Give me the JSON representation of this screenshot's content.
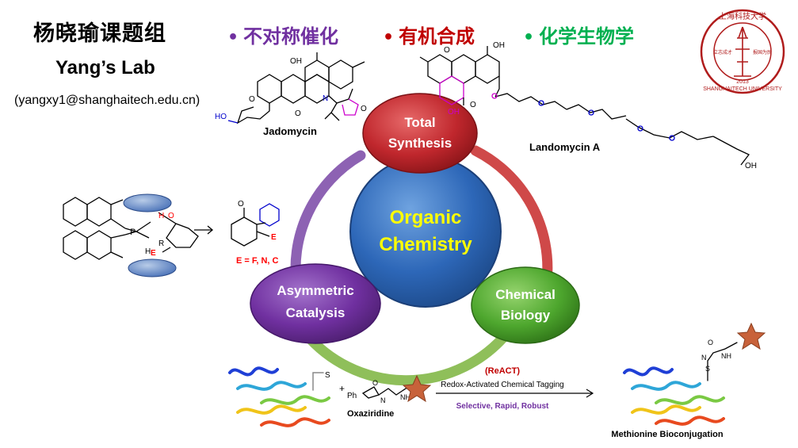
{
  "header": {
    "title_cn": "杨晓瑜课题组",
    "lab_name": "Yang’s Lab",
    "email": "(yangxy1@shanghaitech.edu.cn)"
  },
  "topics": [
    {
      "label": "不对称催化",
      "color": "#7030a0"
    },
    {
      "label": "有机合成",
      "color": "#c00000"
    },
    {
      "label": "化学生物学",
      "color": "#00b050"
    }
  ],
  "logo": {
    "name_cn": "上海科技大学",
    "name_en": "SHANGHAITECH UNIVERSITY",
    "year": "2013",
    "motto_left": "立志成才",
    "motto_right": "报国为民"
  },
  "center": {
    "line1": "Organic",
    "line2": "Chemistry",
    "text_color": "#ffff00"
  },
  "nodes": {
    "total_synthesis": {
      "line1": "Total",
      "line2": "Synthesis",
      "color": "#c0272d"
    },
    "asymmetric_catalysis": {
      "line1": "Asymmetric",
      "line2": "Catalysis",
      "color": "#7030a0"
    },
    "chemical_biology": {
      "line1": "Chemical",
      "line2": "Biology",
      "color": "#4ea72e"
    }
  },
  "molecules": {
    "jadomycin": "Jadomycin",
    "landomycin": "Landomycin A",
    "oxaziridine": "Oxaziridine",
    "methionine": "Methionine Bioconjugation",
    "efnc": "E = F, N, C"
  },
  "react": {
    "acronym": "(ReACT)",
    "full_name": "Redox-Activated Chemical Tagging",
    "subtitle": "Selective, Rapid, Robust"
  },
  "atoms": {
    "oh": "OH",
    "ho": "HO",
    "o": "O",
    "n": "N",
    "h": "H",
    "r": "R",
    "e": "E",
    "p": "P",
    "s": "S",
    "ph": "Ph",
    "nh": "NH",
    "plus": "+"
  }
}
